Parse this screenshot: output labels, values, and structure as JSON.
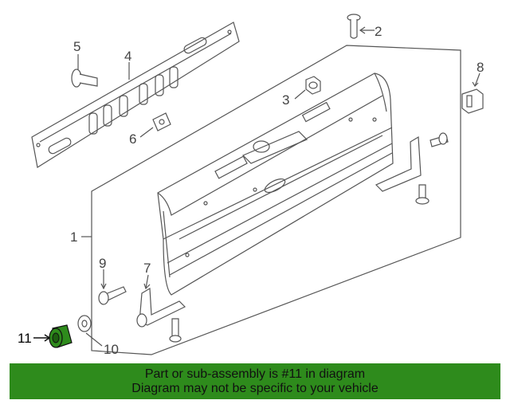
{
  "callouts": [
    {
      "id": "1",
      "label": "1"
    },
    {
      "id": "2",
      "label": "2"
    },
    {
      "id": "3",
      "label": "3"
    },
    {
      "id": "4",
      "label": "4"
    },
    {
      "id": "5",
      "label": "5"
    },
    {
      "id": "6",
      "label": "6"
    },
    {
      "id": "7",
      "label": "7"
    },
    {
      "id": "8",
      "label": "8"
    },
    {
      "id": "9",
      "label": "9"
    },
    {
      "id": "10",
      "label": "10"
    },
    {
      "id": "11",
      "label": "11",
      "highlighted": true
    }
  ],
  "highlight_color": "#2e8b1c",
  "banner": {
    "line1": "Part or sub-assembly is #11 in diagram",
    "line2": "Diagram may not be specific to your vehicle"
  }
}
